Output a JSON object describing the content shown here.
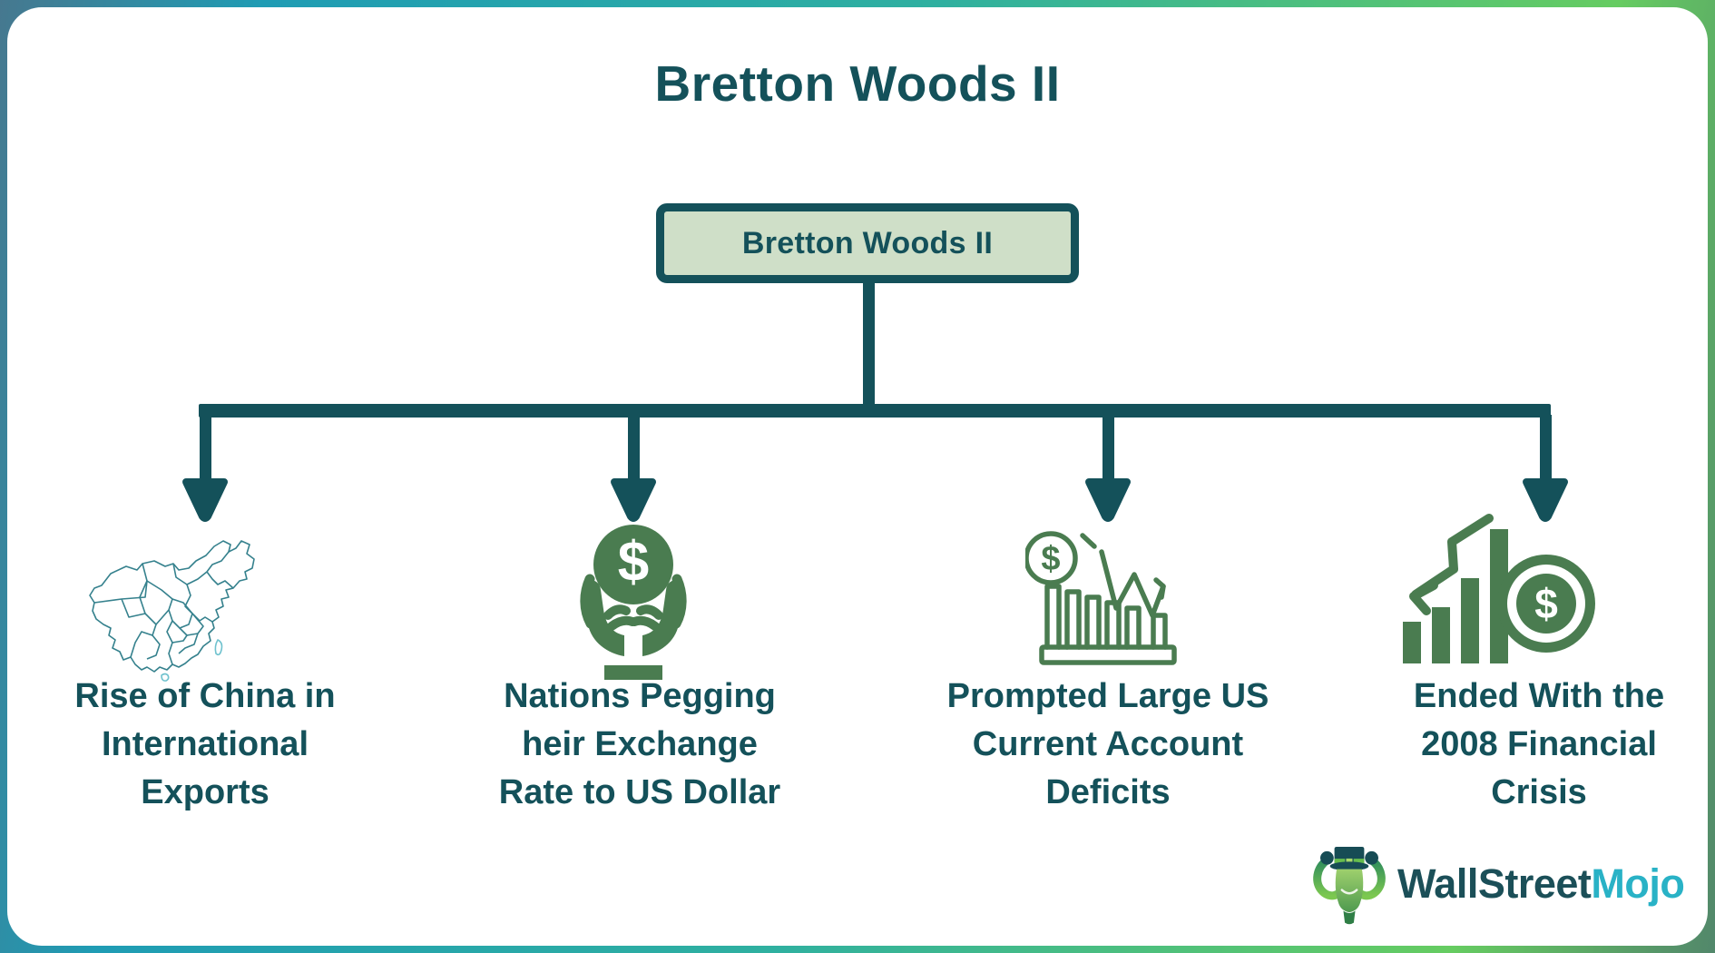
{
  "title": "Bretton Woods II",
  "root_box": {
    "label": "Bretton Woods II"
  },
  "branches": [
    {
      "id": "china-exports",
      "icon": "china-map-icon",
      "lines": [
        "Rise of China in",
        "International",
        "Exports"
      ]
    },
    {
      "id": "exchange-peg",
      "icon": "hands-holding-dollar-icon",
      "lines": [
        "Nations Pegging",
        "heir Exchange",
        "Rate to US Dollar"
      ]
    },
    {
      "id": "account-deficits",
      "icon": "declining-chart-dollar-icon",
      "lines": [
        "Prompted Large US",
        "Current Account",
        "Deficits"
      ]
    },
    {
      "id": "financial-crisis",
      "icon": "crash-chart-coin-icon",
      "lines": [
        "Ended With the",
        "2008 Financial",
        "Crisis"
      ]
    }
  ],
  "logo": {
    "wallstreet": "WallStreet",
    "mojo": "Mojo"
  },
  "colors": {
    "teal_dark": "#14515A",
    "box_fill": "#CFDFC8",
    "icon_green": "#4A7C50",
    "map_teal": "#35818D",
    "map_light": "#6FC2CE",
    "logo_cyan": "#29B2C6",
    "frame_gradient_left": "#1F9CB4",
    "frame_gradient_right": "#66CC61"
  }
}
